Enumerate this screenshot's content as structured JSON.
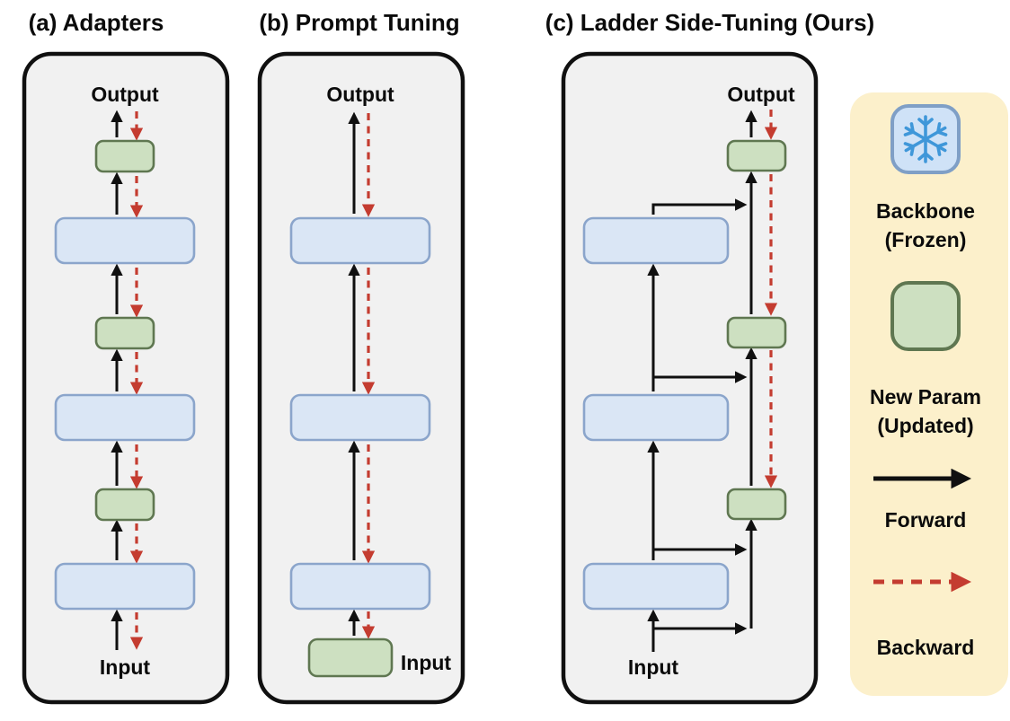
{
  "figure": {
    "panels": [
      {
        "id": "a",
        "title": "(a) Adapters",
        "output_label": "Output",
        "input_label": "Input"
      },
      {
        "id": "b",
        "title": "(b) Prompt Tuning",
        "output_label": "Output",
        "input_label": "Input"
      },
      {
        "id": "c",
        "title": "(c) Ladder Side-Tuning (Ours)",
        "output_label": "Output",
        "input_label": "Input"
      }
    ],
    "legend": {
      "backbone_line1": "Backbone",
      "backbone_line2": "(Frozen)",
      "newparam_line1": "New Param",
      "newparam_line2": "(Updated)",
      "forward_label": "Forward",
      "backward_label": "Backward",
      "snowflake_icon": "❄"
    },
    "colors": {
      "panel_background": "#f1f1f1",
      "panel_border": "#101010",
      "backbone_fill": "#dae6f5",
      "backbone_stroke": "#8ba5cb",
      "new_param_fill": "#cde0c1",
      "new_param_stroke": "#5f7751",
      "forward_arrow": "#101010",
      "backward_arrow": "#c43c30",
      "legend_background": "#fcf0cb",
      "snowflake_blue": "#3f97d9",
      "snowflake_box_fill": "#cfe2f7",
      "snowflake_box_stroke": "#7f9fc6"
    }
  }
}
